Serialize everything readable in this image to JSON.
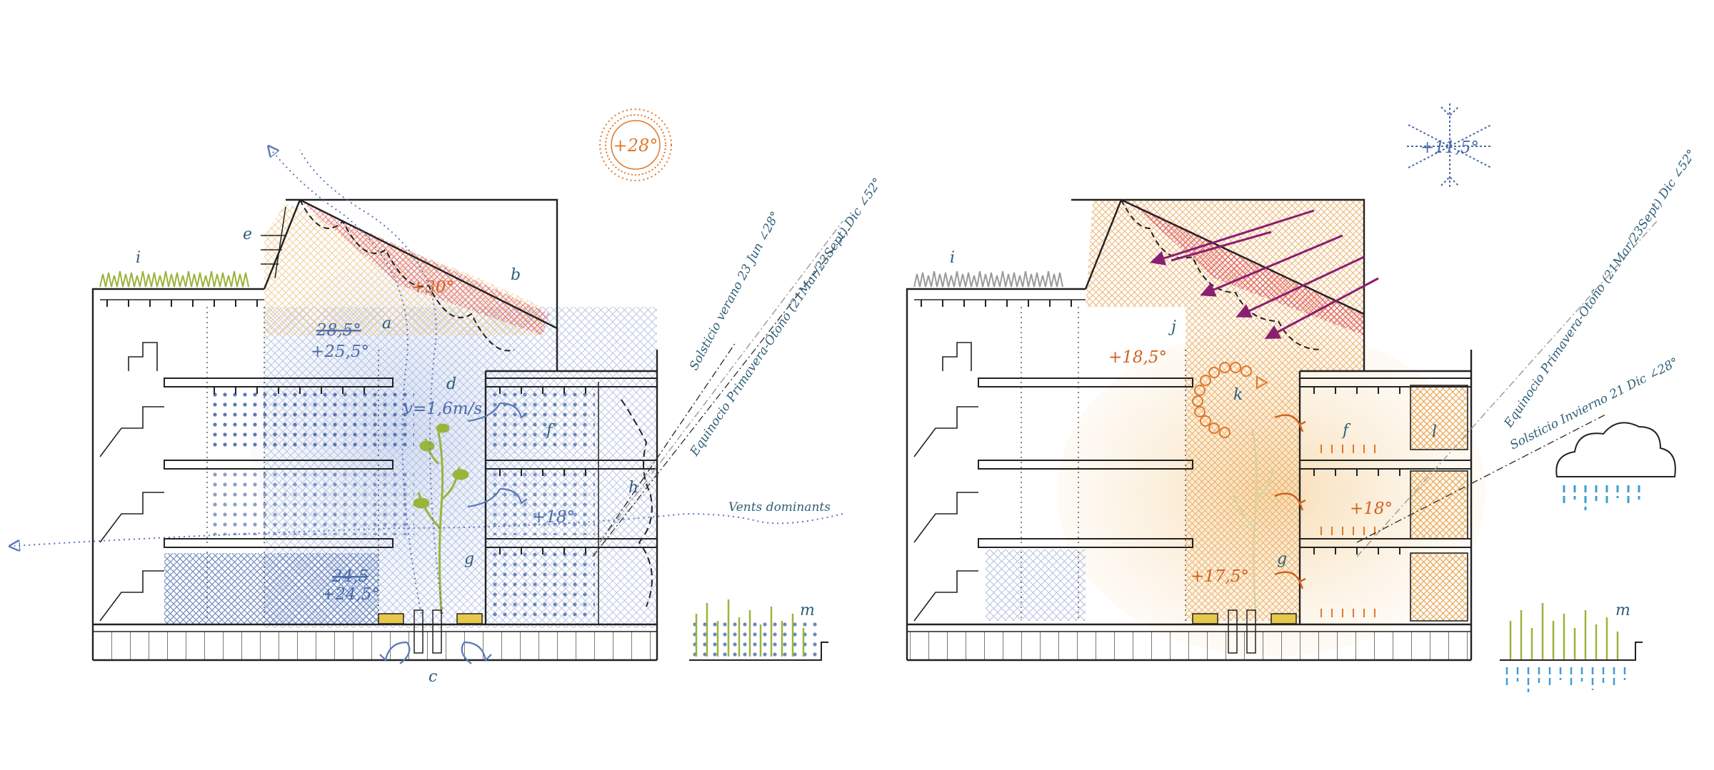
{
  "colors": {
    "cold": "#4a6aa8",
    "warm": "#e0782a",
    "hot": "#d8364a",
    "label": "#2f5e78",
    "plant": "#9ab53c",
    "radiation": "#8a1f6e",
    "rain": "#3f9fd1",
    "line": "#222222"
  },
  "summer": {
    "sun_temp": "+28°",
    "roof_temp": "+30°",
    "atrium_temp_old": "28,5°",
    "atrium_temp": "+25,5°",
    "air_speed": "v=1,6m/s",
    "room_temp": "+18°",
    "base_temp_old": "24,5",
    "base_temp": "+24,5°",
    "letters": {
      "a": "a",
      "b": "b",
      "c": "c",
      "d": "d",
      "e": "e",
      "f": "f",
      "g": "g",
      "h": "h",
      "i": "i",
      "m": "m"
    },
    "sun_line_summer": "Solsticio verano 23 Jun ∠28°",
    "sun_line_equinox": "Equinocio Primavera-Otoño (21Mar/23Sept) Dic ∠52°",
    "wind": "Vents dominants"
  },
  "winter": {
    "snow_temp": "+11,5°",
    "atrium_temp": "+18,5°",
    "room_temp": "+18°",
    "base_temp": "+17,5°",
    "letters": {
      "i": "i",
      "j": "j",
      "k": "k",
      "f": "f",
      "l": "l",
      "g": "g",
      "m": "m"
    },
    "sun_line_equinox": "Equinocio Primavera-Otoño (21Mar/23Sept) Dic ∠52°",
    "sun_line_winter": "Solsticio Invierno 21 Dic ∠28°"
  },
  "icons": [
    "sun-icon",
    "snowflake-icon",
    "rain-cloud-icon",
    "airflow-arrow-icon",
    "heat-arrow-icon",
    "convection-loop-icon",
    "radiation-arrow-icon"
  ]
}
